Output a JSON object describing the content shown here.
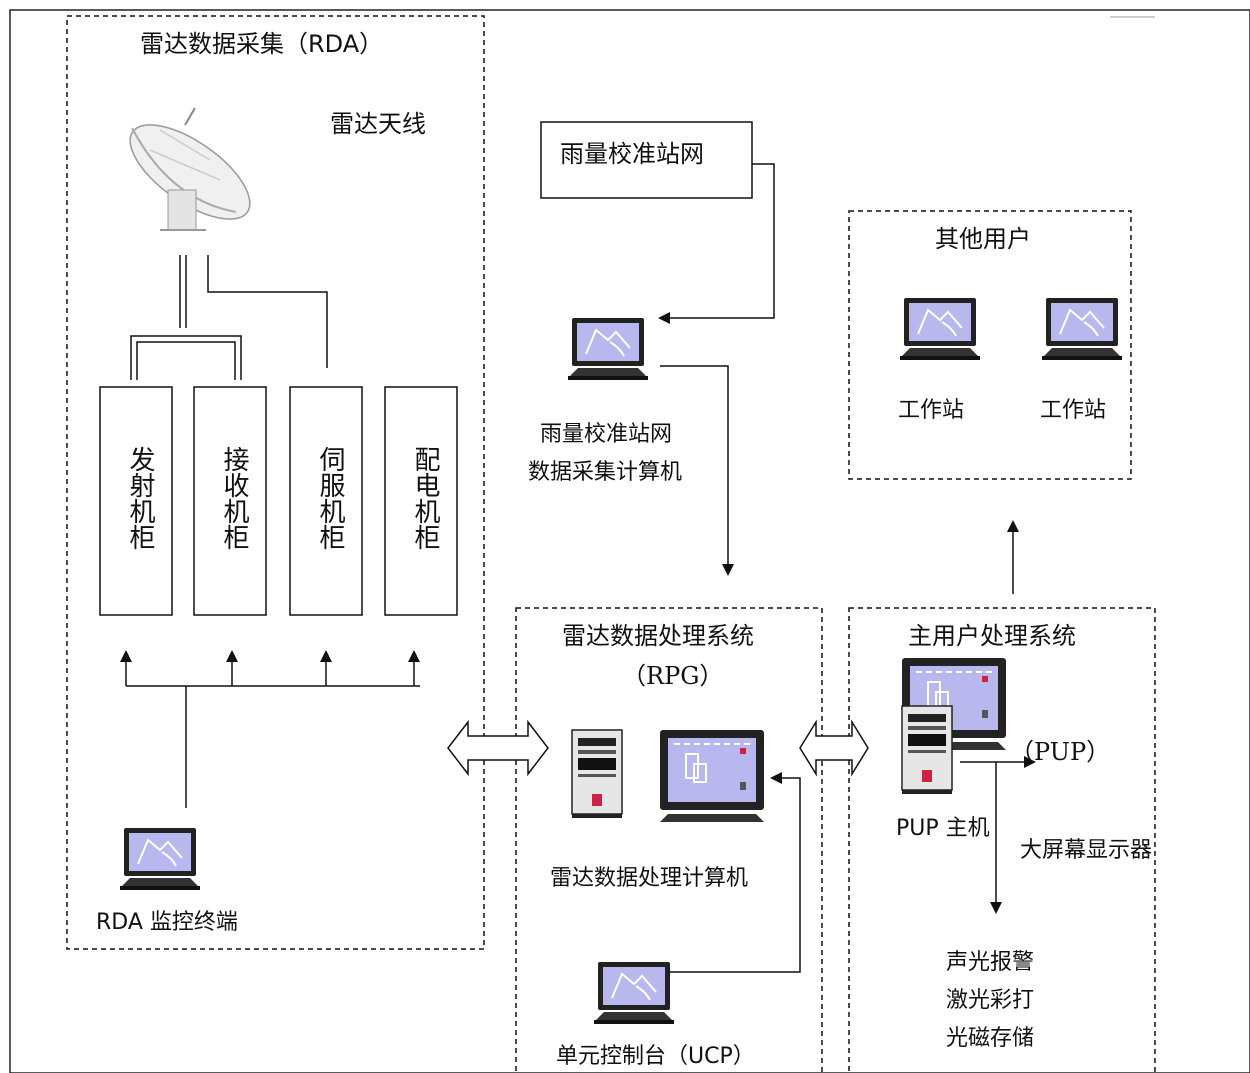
{
  "rda": {
    "title": "雷达数据采集（RDA）",
    "antenna_label": "雷达天线",
    "cabinets": [
      {
        "label": "发射机柜"
      },
      {
        "label": "接收机柜"
      },
      {
        "label": "伺服机柜"
      },
      {
        "label": "配电机柜"
      }
    ],
    "monitor_label": "RDA 监控终端"
  },
  "rain_gauge": {
    "network_label": "雨量校准站网",
    "computer_label_line1": "雨量校准站网",
    "computer_label_line2": "数据采集计算机"
  },
  "other_users": {
    "title": "其他用户",
    "workstations": [
      {
        "label": "工作站"
      },
      {
        "label": "工作站"
      }
    ]
  },
  "rpg": {
    "title_line1": "雷达数据处理系统",
    "title_line2": "（RPG）",
    "computer_label": "雷达数据处理计算机",
    "ucp_label": "单元控制台（UCP）"
  },
  "pup": {
    "title": "主用户处理系统",
    "pup_label": "（PUP）",
    "host_label": "PUP 主机",
    "display_label": "大屏幕显示器",
    "outputs": [
      "声光报警",
      "激光彩打",
      "光磁存储"
    ]
  },
  "colors": {
    "line": "#111111",
    "screen": "#b8b8ee",
    "screen_dark": "#8a8acc",
    "tower": "#e8e8e8",
    "accent_red": "#cc2244"
  }
}
